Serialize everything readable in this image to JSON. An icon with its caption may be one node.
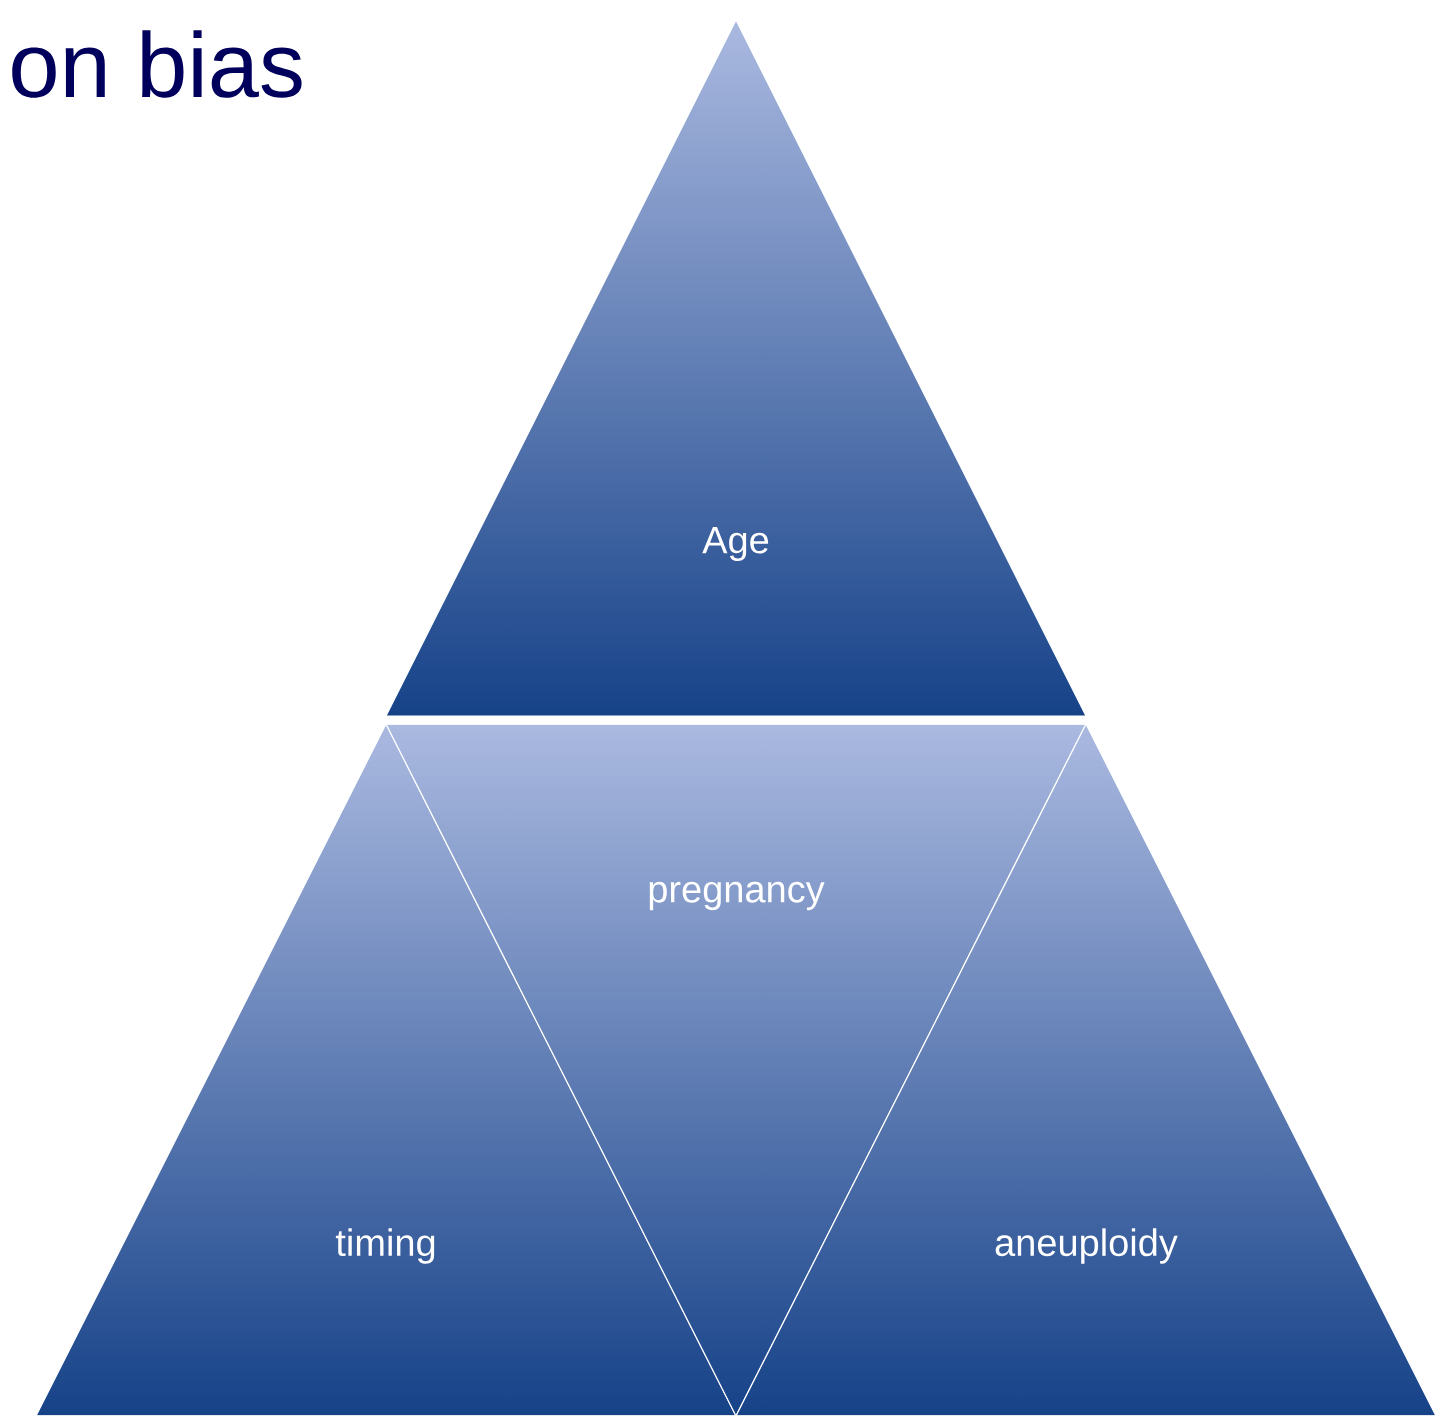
{
  "diagram": {
    "title": "on bias",
    "nodes": [
      {
        "text": [
          "Age"
        ]
      },
      {
        "text": [
          "timing"
        ]
      },
      {
        "text": [
          "pregnancy"
        ]
      },
      {
        "text": [
          "aneuploidy"
        ]
      }
    ]
  }
}
